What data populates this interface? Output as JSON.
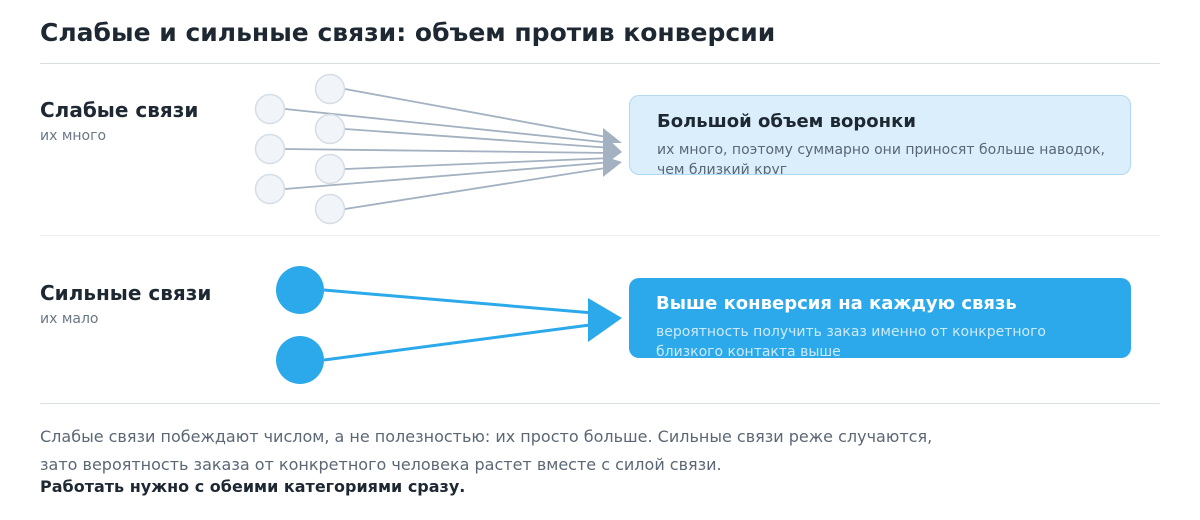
{
  "title": "Слабые и сильные связи: объем против конверсии",
  "weak": {
    "label": "Слабые связи",
    "sublabel": "их много",
    "box_title": "Большой объем воронки",
    "box_desc": "их много, поэтому суммарно они приносят больше наводок, чем близкий круг",
    "node_count": 7,
    "colors": {
      "node_fill": "#f1f4f8",
      "node_stroke": "#d5dde6",
      "line": "#a3b1c1"
    }
  },
  "strong": {
    "label": "Сильные связи",
    "sublabel": "их мало",
    "box_title": "Выше конверсия на каждую связь",
    "box_desc": "вероятность получить заказ именно от конкретного близкого контакта выше",
    "node_count": 2,
    "colors": {
      "node_fill": "#2ba9ea",
      "line": "#2ba9ea"
    }
  },
  "summary": {
    "text": "Слабые связи побеждают числом, а не полезностью: их просто больше. Сильные связи реже случаются, зато вероятность заказа от конкретного человека растет вместе с силой связи.",
    "bold": "Работать нужно с обеими категориями сразу."
  }
}
